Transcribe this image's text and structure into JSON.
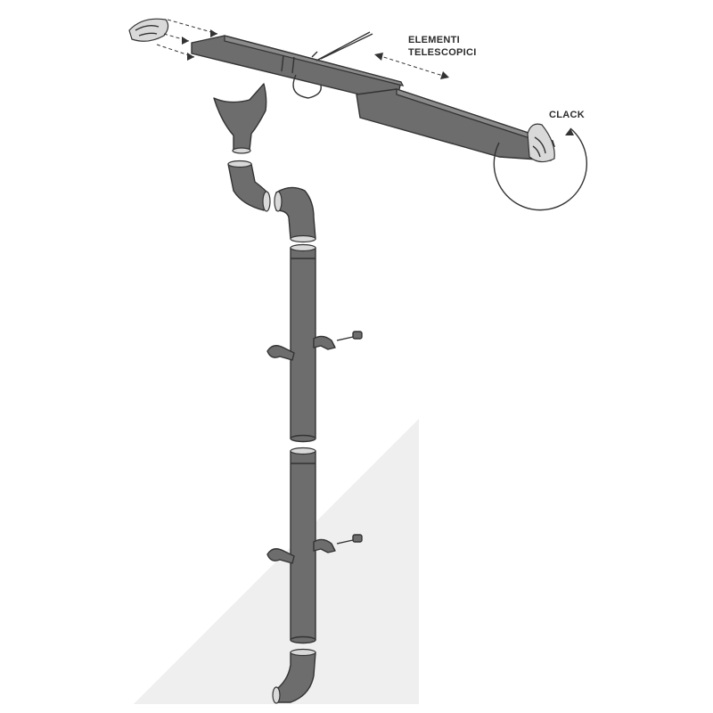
{
  "labels": {
    "telescopic_line1": "ELEMENTI",
    "telescopic_line2": "TELESCOPICI",
    "clack": "CLACK"
  },
  "colors": {
    "part_fill": "#6d6d6d",
    "outline": "#333333",
    "rim": "#d9d9d9",
    "background_band": "#efefef"
  },
  "icons": {
    "telescopic_arrow": "double-headed-arrow",
    "clack_arrow": "rotation-arrow",
    "assembly_arrows": "dashed-double-arrows"
  }
}
